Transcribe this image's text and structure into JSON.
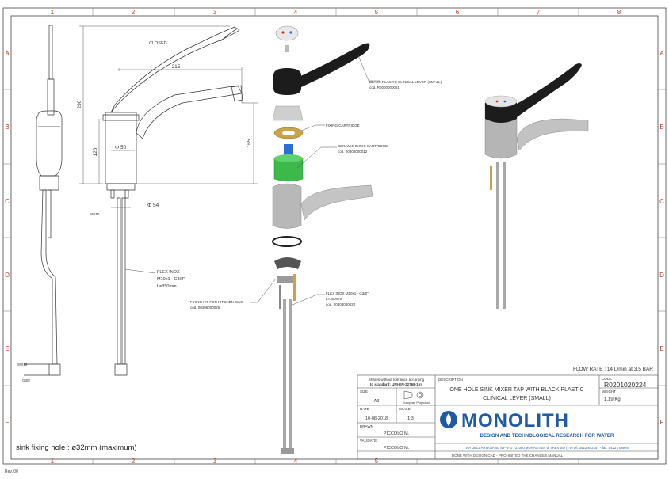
{
  "grid": {
    "columns": [
      "1",
      "2",
      "3",
      "4",
      "5",
      "6",
      "7",
      "8"
    ],
    "rows": [
      "A",
      "B",
      "C",
      "D",
      "E",
      "F"
    ]
  },
  "drawing": {
    "closed_label": "CLOSED",
    "dim_215": "215",
    "dim_290": "290",
    "dim_120": "120",
    "dim_165": "165",
    "dim_phi50": "Φ 50",
    "dim_phi54": "Φ 54",
    "sw10": "SW10",
    "sw19": "SW19",
    "g38": "G3/8",
    "flex_line1": "FLEX INOX",
    "flex_line2": "M10x1 - G3/8\"",
    "flex_line3": "L=350mm",
    "sink_note": "sink fixing hole : ø32mm (maximum)",
    "rev": "Rev. 00"
  },
  "parts": {
    "lever_name": "BLACK PLASTIC CLINICAL LEVER (SMALL)",
    "lever_code": "cod. R0000000051",
    "fixing_cartridge": "FIXING CARTRIDGE",
    "ceramic_name": "CERAMIC DISKS CARTRIDGE",
    "ceramic_code": "cod. 00304000012",
    "fixing_kit_name": "FIXING KIT FOR KITCHEN SINK",
    "fixing_kit_code": "cod. 00306000025",
    "flex_name": "FLEX INOX M10x1 - G3/8\"",
    "flex_len": "L=350mm",
    "flex_code": "cod. 00403000020"
  },
  "title_block": {
    "flow_rate": "FLOW RATE : 14 L/min at 3,5 BAR",
    "tolerance_line1": "Shares without tolerance according",
    "tolerance_line2": "to standard: UNI-EN-22768-1-m",
    "description_label": "DESCRIPTION",
    "description_line1": "ONE HOLE SINK MIXER TAP WITH BLACK PLASTIC",
    "description_line2": "CLINICAL LEVER (SMALL)",
    "code_label": "CODE",
    "code": "R0201020224",
    "size_label": "SIZE",
    "size": "A3",
    "projection": "European Projection",
    "weight_label": "WEIGHT",
    "weight": "1,19 Kg",
    "date_label": "DATE",
    "date": "10-08-2018",
    "scale_label": "SCALE",
    "scale": "1:3",
    "drawn_label": "DRAWN",
    "drawn": "PICCOLO M.",
    "validate_label": "VALIDATE",
    "validate": "PICCOLO M.",
    "company": "MONOLITH",
    "tagline": "DESIGN AND TECHNOLOGICAL RESEARCH FOR WATER",
    "address": "VIA DELL'ARTIGIANO 8/F-8-G , 31050 MONASTIER di TREVISO (TV) tel: 0422 842157 - fax: 0422 708978",
    "footer": "DONE WITH DESIGN CAD - PROHIBITED THE CHANGES MANUAL"
  },
  "colors": {
    "grid_red": "#c0392b",
    "brand_blue": "#1f5aa6",
    "lever_black": "#1c1c1c",
    "cartridge_gold": "#c9a24a",
    "cartridge_green": "#3db84a",
    "stem_blue": "#2a6fd6"
  }
}
